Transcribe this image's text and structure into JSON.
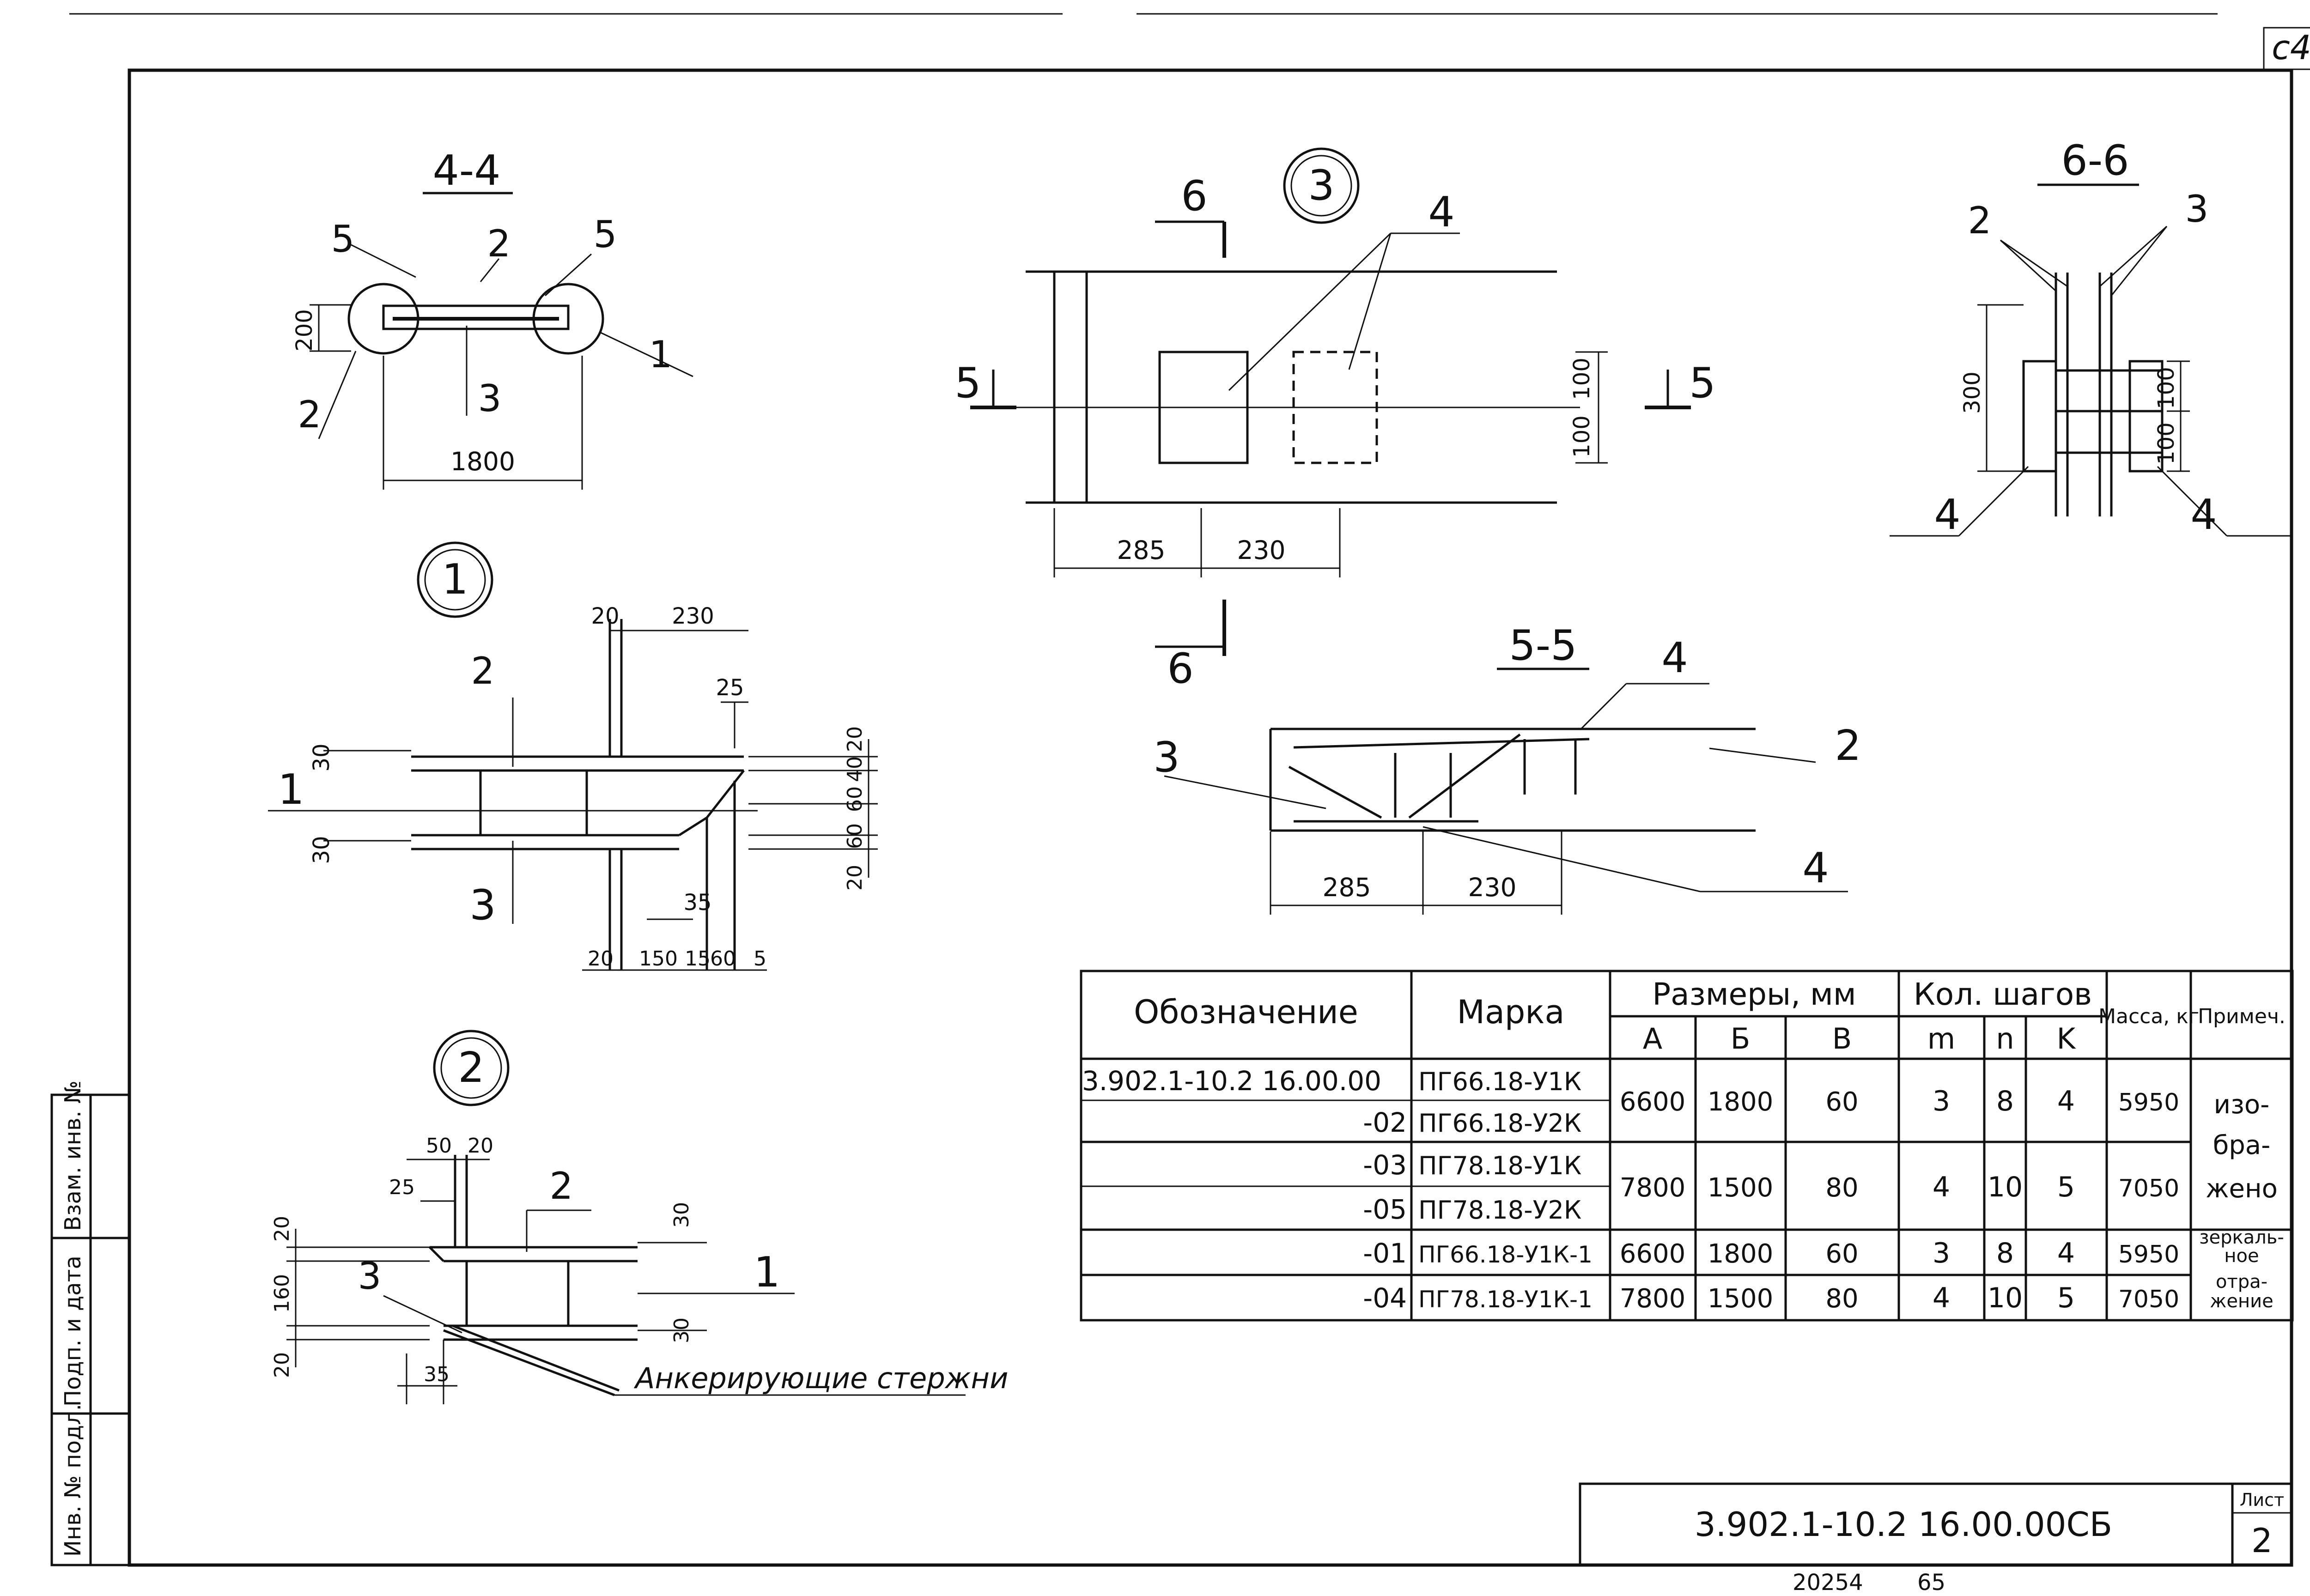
{
  "sheet_corner": "c4",
  "stamp": {
    "designation": "3.902.1-10.2 16.00.00СБ",
    "sheet_label": "Лист",
    "sheet_number": "2"
  },
  "footer": {
    "left": "20254",
    "right": "65"
  },
  "side_stamp": [
    "Инв. № подл.",
    "Подп. и дата",
    "Взам. инв. №"
  ],
  "detail_marks": [
    "1",
    "2",
    "3"
  ],
  "sections": {
    "s44": "4-4",
    "s55": "5-5",
    "s66": "6-6"
  },
  "view_4_4": {
    "positions": [
      "5",
      "2",
      "5",
      "1",
      "2",
      "3"
    ],
    "dims": [
      "200",
      "1800"
    ]
  },
  "view_3": {
    "positions": [
      "6",
      "6",
      "5",
      "5",
      "4"
    ],
    "dims": [
      "285",
      "230",
      "100",
      "100"
    ]
  },
  "view_6_6": {
    "positions": [
      "2",
      "3",
      "4",
      "4"
    ],
    "dims": [
      "300",
      "100",
      "100"
    ]
  },
  "view_5_5": {
    "positions": [
      "3",
      "4",
      "2",
      "4"
    ],
    "dims": [
      "285",
      "230"
    ]
  },
  "node_1": {
    "positions": [
      "2",
      "1",
      "3"
    ],
    "dims_top": [
      "20",
      "230",
      "25"
    ],
    "dims_left": [
      "30",
      "30"
    ],
    "dims_right": [
      "20",
      "40",
      "60",
      "60",
      "20"
    ],
    "dims_bottom": [
      "35",
      "20",
      "150",
      "15",
      "60",
      "5"
    ]
  },
  "node_2": {
    "positions": [
      "2",
      "1",
      "3"
    ],
    "dims_top": [
      "50",
      "20",
      "25"
    ],
    "dims_left": [
      "20",
      "160",
      "20"
    ],
    "dims_right": [
      "30",
      "30"
    ],
    "dims_bottom": [
      "35"
    ],
    "anchor_note": "Анкерирующие стержни"
  },
  "table": {
    "headers": {
      "designation": "Обозначение",
      "mark": "Марка",
      "sizes": "Размеры, мм",
      "steps": "Кол. шагов",
      "mass": "Масса, кг",
      "note": "Примеч."
    },
    "subheaders": [
      "А",
      "Б",
      "В",
      "m",
      "n",
      "K"
    ],
    "rows": [
      {
        "designation": "3.902.1-10.2 16.00.00",
        "mark": "ПГ66.18-У1К"
      },
      {
        "designation": "-02",
        "mark": "ПГ66.18-У2К"
      },
      {
        "designation": "-03",
        "mark": "ПГ78.18-У1К"
      },
      {
        "designation": "-05",
        "mark": "ПГ78.18-У2К"
      },
      {
        "designation": "-01",
        "mark": "ПГ66.18-У1К-1"
      },
      {
        "designation": "-04",
        "mark": "ПГ78.18-У1К-1"
      }
    ],
    "groups": [
      {
        "A": "6600",
        "B": "1800",
        "V": "60",
        "m": "3",
        "n": "8",
        "K": "4",
        "mass": "5950"
      },
      {
        "A": "7800",
        "B": "1500",
        "V": "80",
        "m": "4",
        "n": "10",
        "K": "5",
        "mass": "7050"
      },
      {
        "A": "6600",
        "B": "1800",
        "V": "60",
        "m": "3",
        "n": "8",
        "K": "4",
        "mass": "5950"
      },
      {
        "A": "7800",
        "B": "1500",
        "V": "80",
        "m": "4",
        "n": "10",
        "K": "5",
        "mass": "7050"
      }
    ],
    "notes": [
      "изо-",
      "бра-",
      "жено",
      "зеркаль-",
      "ное",
      "отра-",
      "жение"
    ]
  }
}
